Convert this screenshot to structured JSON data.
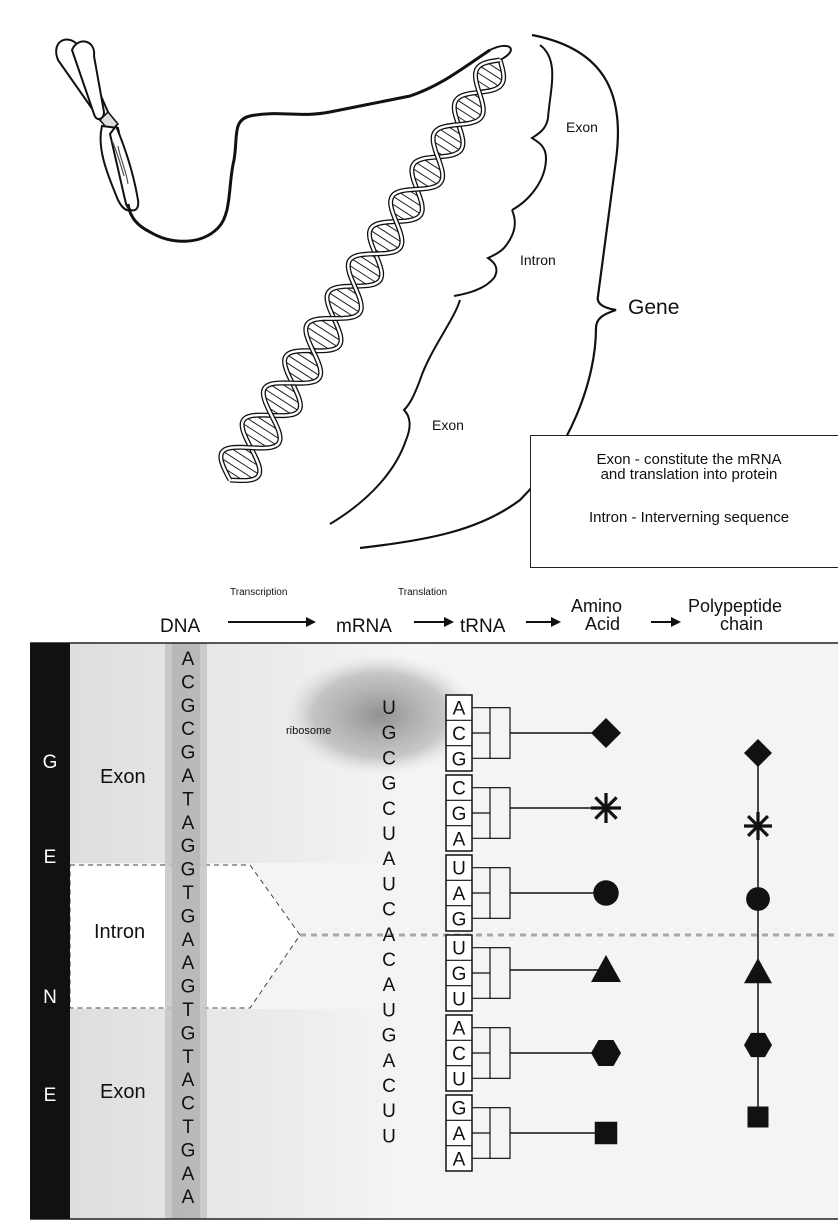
{
  "top": {
    "labels": {
      "exon_top": "Exon",
      "intron": "Intron",
      "exon_bottom": "Exon",
      "gene": "Gene"
    },
    "legend": {
      "exon_line1": "Exon - constitute the mRNA",
      "exon_line2": "and translation into protein",
      "intron_line": "Intron - Interverning sequence"
    }
  },
  "flow": {
    "dna": "DNA",
    "transcription": "Transcription",
    "mrna": "mRNA",
    "translation": "Translation",
    "trna": "tRNA",
    "amino_line1": "Amino",
    "amino_line2": "Acid",
    "poly_line1": "Polypeptide",
    "poly_line2": "chain"
  },
  "gene_bar": [
    "G",
    "E",
    "N",
    "E"
  ],
  "regions": {
    "exon1": "Exon",
    "intron": "Intron",
    "exon2": "Exon"
  },
  "dna_sequence": [
    "A",
    "C",
    "G",
    "C",
    "G",
    "A",
    "T",
    "A",
    "G",
    "G",
    "T",
    "G",
    "A",
    "A",
    "G",
    "T",
    "G",
    "T",
    "A",
    "C",
    "T",
    "G",
    "A",
    "A"
  ],
  "ribosome_label": "ribosome",
  "mrna_sequence": [
    "U",
    "G",
    "C",
    "G",
    "C",
    "U",
    "A",
    "U",
    "C",
    "A",
    "C",
    "A",
    "U",
    "G",
    "A",
    "C",
    "U",
    "U"
  ],
  "trna_codons": [
    [
      "A",
      "C",
      "G"
    ],
    [
      "C",
      "G",
      "A"
    ],
    [
      "U",
      "A",
      "G"
    ],
    [
      "U",
      "G",
      "U"
    ],
    [
      "A",
      "C",
      "U"
    ],
    [
      "G",
      "A",
      "A"
    ]
  ],
  "amino_shapes": [
    "diamond-icon",
    "asterisk-icon",
    "circle-icon",
    "triangle-icon",
    "hexagon-icon",
    "square-icon"
  ],
  "polypeptide_shapes": [
    "diamond-icon",
    "asterisk-icon",
    "circle-icon",
    "triangle-icon",
    "hexagon-icon",
    "square-icon"
  ],
  "colors": {
    "gene_bar": "#111111",
    "exon_shade": "#e4e4e4",
    "dna_column": "#bdbdbd",
    "ribosome": "#9a9a9a",
    "dashed_line": "#a9a9a9"
  }
}
